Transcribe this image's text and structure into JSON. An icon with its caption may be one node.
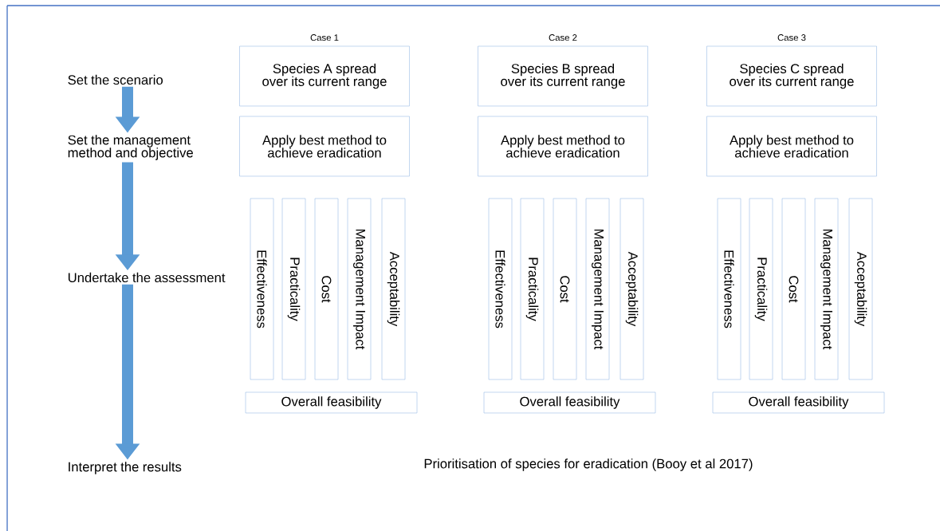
{
  "diagram": {
    "caption": "Prioritisation of species for eradication (Booy et al 2017)",
    "nodes": [
      {
        "text": [
          "Set the scenario"
        ]
      },
      {
        "text": [
          "Set the management method and objective"
        ]
      },
      {
        "text": [
          "Undertake the assessment"
        ]
      },
      {
        "text": [
          "Interpret the results"
        ]
      },
      {
        "text": [
          "Species A spread over its current range"
        ],
        "beside": [
          "Case 1"
        ]
      },
      {
        "text": [
          "Apply best method to achieve eradication"
        ]
      },
      {
        "text": [
          "Effectiveness"
        ]
      },
      {
        "text": [
          "Practicality"
        ]
      },
      {
        "text": [
          "Cost"
        ]
      },
      {
        "text": [
          "Management Impact"
        ]
      },
      {
        "text": [
          "Acceptability"
        ]
      },
      {
        "text": [
          "Overall feasibility"
        ]
      },
      {
        "text": [
          "Species B spread over its current range"
        ],
        "beside": [
          "Case 2"
        ]
      },
      {
        "text": [
          "Apply best method to achieve eradication"
        ]
      },
      {
        "text": [
          "Effectiveness"
        ]
      },
      {
        "text": [
          "Practicality"
        ]
      },
      {
        "text": [
          "Cost"
        ]
      },
      {
        "text": [
          "Management Impact"
        ]
      },
      {
        "text": [
          "Acceptability"
        ]
      },
      {
        "text": [
          "Overall feasibility"
        ]
      },
      {
        "text": [
          "Species C spread over its current range"
        ],
        "beside": [
          "Case 3"
        ]
      },
      {
        "text": [
          "Apply best method to achieve eradication"
        ]
      },
      {
        "text": [
          "Effectiveness"
        ]
      },
      {
        "text": [
          "Practicality"
        ]
      },
      {
        "text": [
          "Cost"
        ]
      },
      {
        "text": [
          "Management Impact"
        ]
      },
      {
        "text": [
          "Acceptability"
        ]
      },
      {
        "text": [
          "Overall feasibility"
        ]
      }
    ],
    "edges": [
      {
        "from": 0,
        "to": 1,
        "arrow": "to"
      },
      {
        "from": 1,
        "to": 2,
        "arrow": "to"
      },
      {
        "from": 2,
        "to": 3,
        "arrow": "to"
      }
    ]
  }
}
